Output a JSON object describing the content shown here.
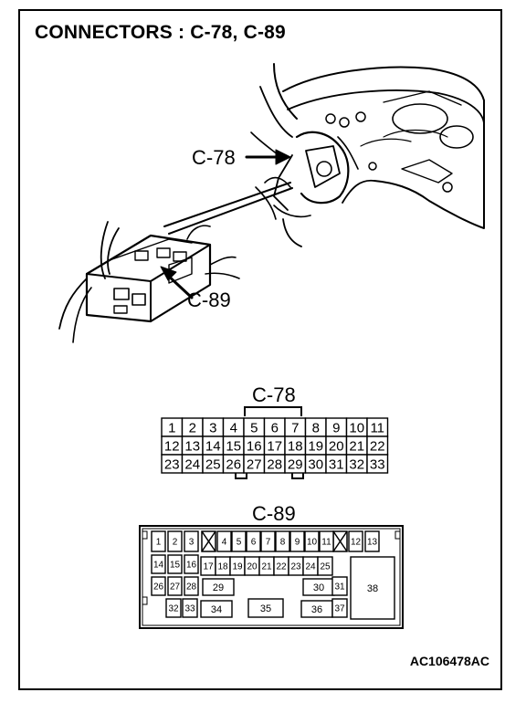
{
  "title": "CONNECTORS : C-78, C-89",
  "illustration": {
    "callout_c78": "C-78",
    "callout_c89": "C-89"
  },
  "connector_c78": {
    "label": "C-78",
    "rows": [
      [
        "1",
        "2",
        "3",
        "4",
        "5",
        "6",
        "7",
        "8",
        "9",
        "10",
        "11"
      ],
      [
        "12",
        "13",
        "14",
        "15",
        "16",
        "17",
        "18",
        "19",
        "20",
        "21",
        "22"
      ],
      [
        "23",
        "24",
        "25",
        "26",
        "27",
        "28",
        "29",
        "30",
        "31",
        "32",
        "33"
      ]
    ]
  },
  "connector_c89": {
    "label": "C-89",
    "pins": [
      "1",
      "2",
      "3",
      "4",
      "5",
      "6",
      "7",
      "8",
      "9",
      "10",
      "11",
      "12",
      "13",
      "14",
      "15",
      "16",
      "17",
      "18",
      "19",
      "20",
      "21",
      "22",
      "23",
      "24",
      "25",
      "26",
      "27",
      "28",
      "29",
      "30",
      "31",
      "32",
      "33",
      "34",
      "35",
      "36",
      "37",
      "38"
    ]
  },
  "figure_code": "AC106478AC",
  "colors": {
    "ink": "#000000",
    "paper": "#ffffff"
  }
}
